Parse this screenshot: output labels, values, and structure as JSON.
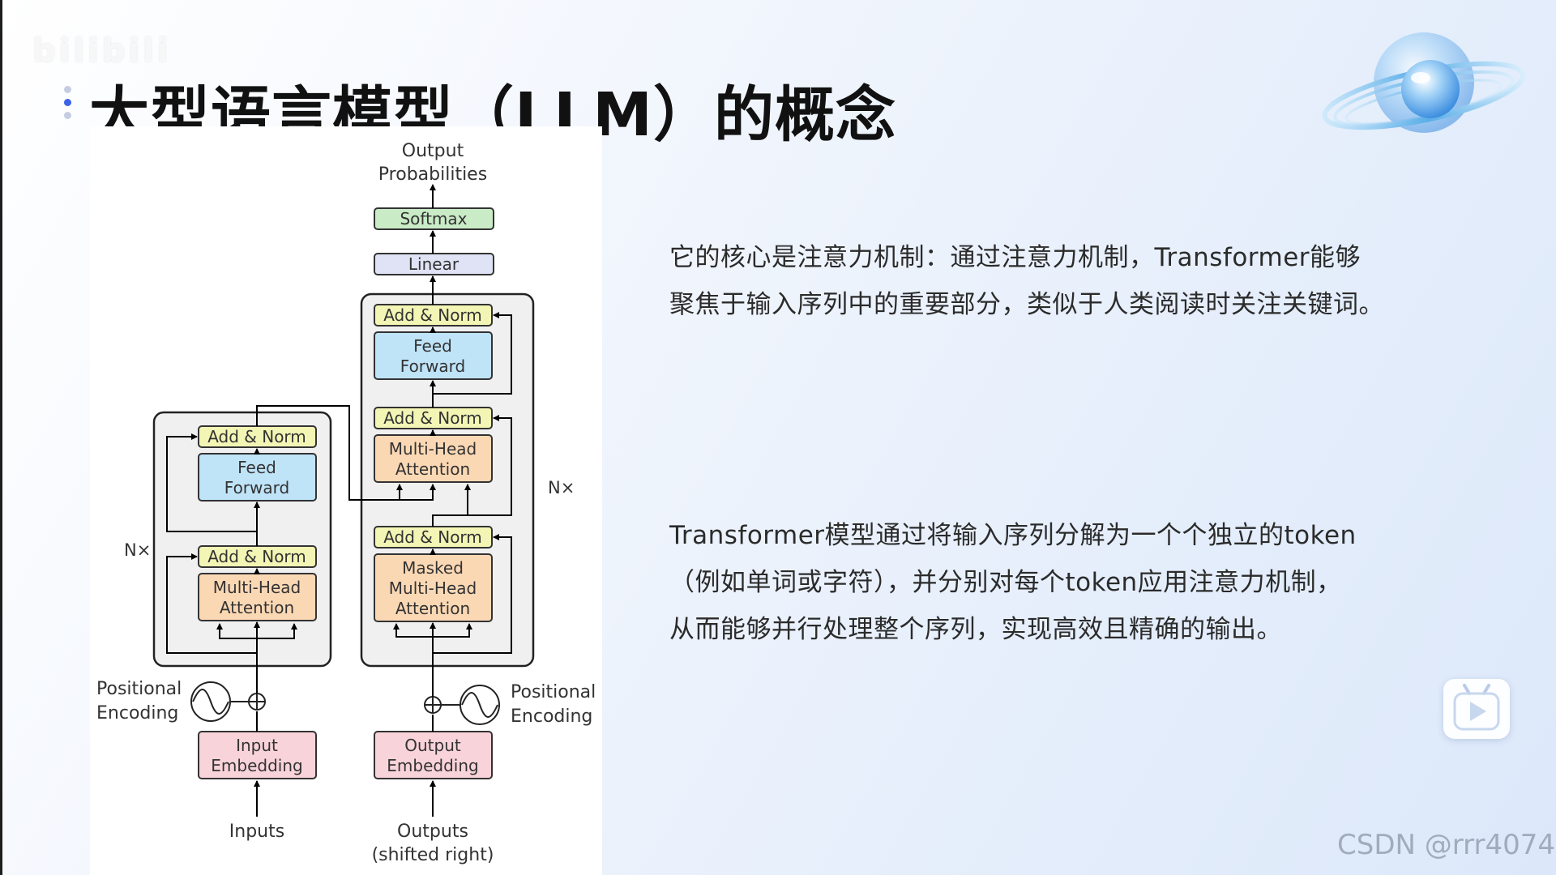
{
  "slide": {
    "title": "大型语言模型（LLM）的概念",
    "paragraph1": [
      "它的核心是注意力机制：通过注意力机制，Transformer能够",
      "聚焦于输入序列中的重要部分，类似于人类阅读时关注关键词。"
    ],
    "paragraph2": [
      "Transformer模型通过将输入序列分解为一个个独立的token",
      "（例如单词或字符），并分别对每个token应用注意力机制，",
      "从而能够并行处理整个序列，实现高效且精确的输出。"
    ]
  },
  "watermarks": {
    "logo": "bilibili",
    "csdn": "CSDN @rrr4074"
  },
  "diagram": {
    "output_label": [
      "Output",
      "Probabilities"
    ],
    "softmax": "Softmax",
    "linear": "Linear",
    "encoder": {
      "add_norm_top": "Add & Norm",
      "feed_forward": [
        "Feed",
        "Forward"
      ],
      "add_norm_bottom": "Add & Norm",
      "attention": [
        "Multi-Head",
        "Attention"
      ],
      "nx": "N×"
    },
    "decoder": {
      "add_norm_top": "Add & Norm",
      "feed_forward": [
        "Feed",
        "Forward"
      ],
      "add_norm_mid": "Add & Norm",
      "cross_attention": [
        "Multi-Head",
        "Attention"
      ],
      "add_norm_bottom": "Add & Norm",
      "masked_attention": [
        "Masked",
        "Multi-Head",
        "Attention"
      ],
      "nx": "N×"
    },
    "positional_encoding_left": [
      "Positional",
      "Encoding"
    ],
    "positional_encoding_right": [
      "Positional",
      "Encoding"
    ],
    "input_embedding": [
      "Input",
      "Embedding"
    ],
    "output_embedding": [
      "Output",
      "Embedding"
    ],
    "inputs": [
      "Inputs"
    ],
    "outputs": [
      "Outputs",
      "(shifted right)"
    ]
  },
  "colors": {
    "add_norm": "#f3f5b5",
    "feed_forward": "#bfe3f7",
    "attention": "#fbd8b4",
    "embedding": "#f9d3da",
    "softmax": "#c9ebc6",
    "linear": "#dfe3f5",
    "block_bg": "#f0f0f0",
    "accent": "#3d63e6"
  }
}
